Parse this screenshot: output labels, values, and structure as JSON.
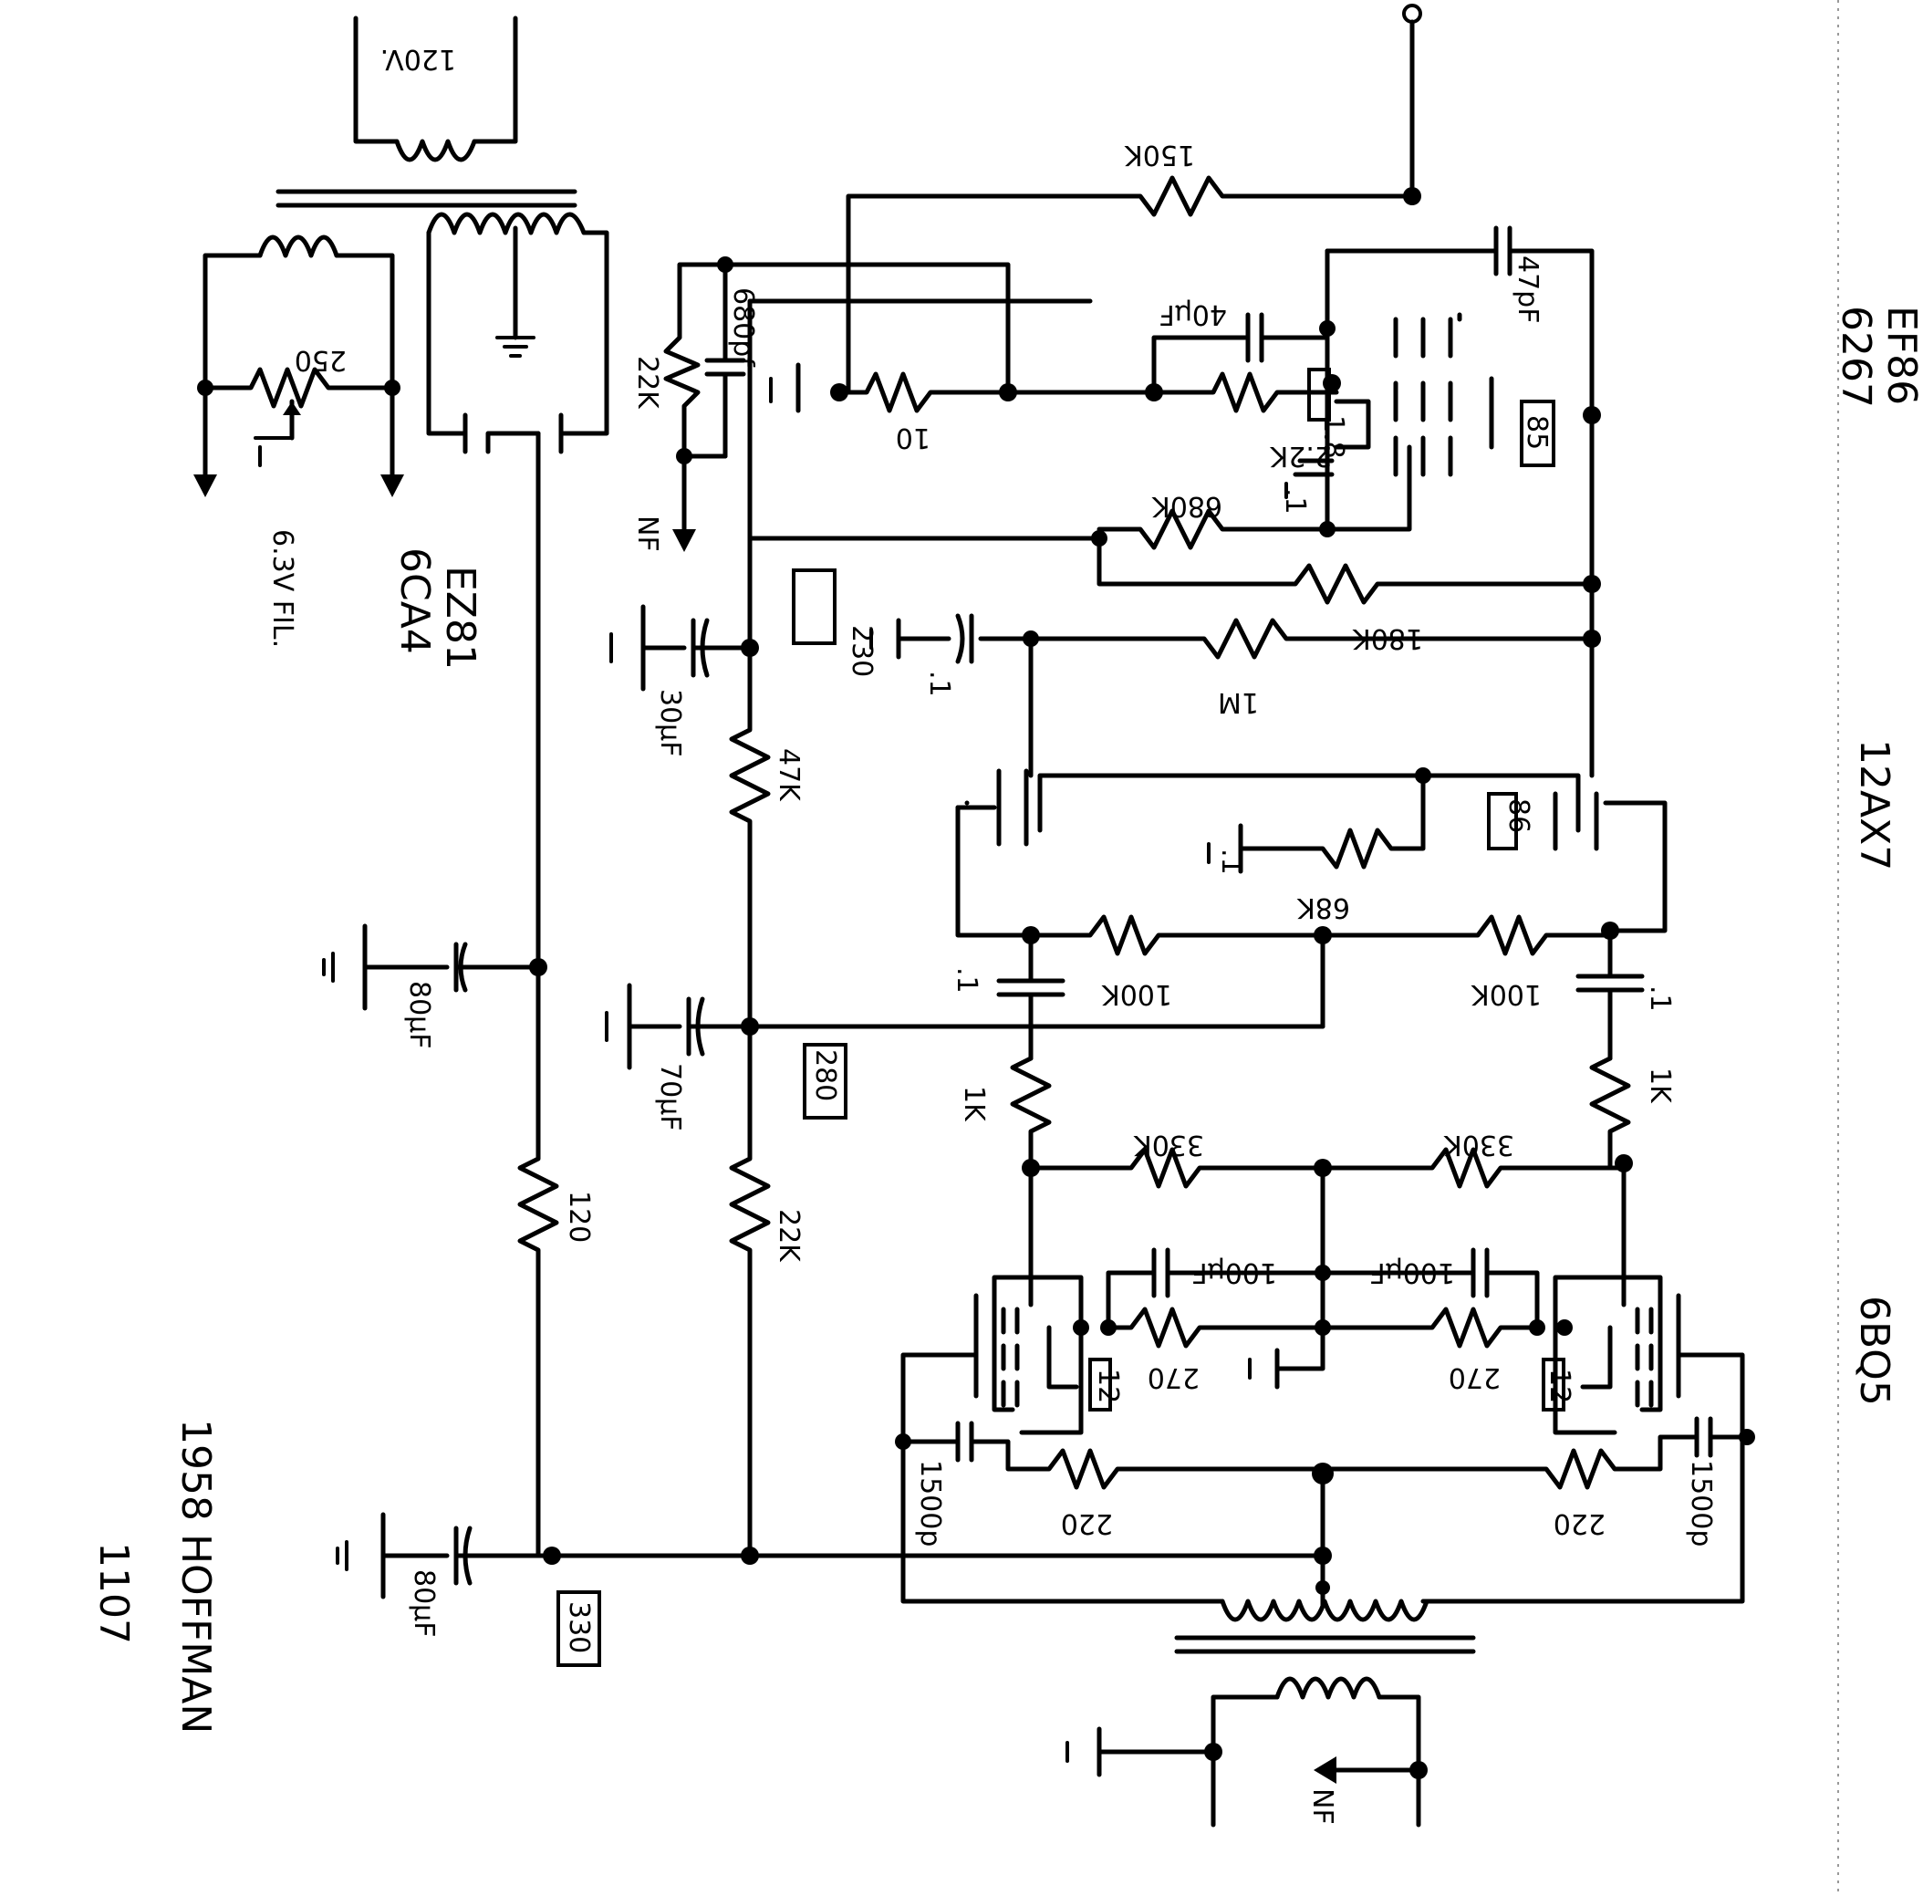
{
  "title": "1958 HOFFMAN",
  "model": "1107",
  "tubes": {
    "ef86": "EF86",
    "v6267": "6267",
    "v12ax7": "12AX7",
    "v6bq5": "6BQ5",
    "ez81": "EZ81",
    "v6ca4": "6CA4"
  },
  "power": {
    "primary": "120V.",
    "filament": "6.3V FIL.",
    "pot": "250"
  },
  "resistors": {
    "r150k": "150K",
    "r10": "10",
    "r22k_in": "22K",
    "r2_2k": "2.2K",
    "r680k": "680K",
    "r180k": "180K",
    "r1m": "1M",
    "r47k": "47K",
    "r68k": "68K",
    "r100k_a": "100K",
    "r100k_b": "100K",
    "r1k_a": "1K",
    "r1k_b": "1K",
    "r330k_a": "330K",
    "r330k_b": "330K",
    "r270_a": "270",
    "r270_b": "270",
    "r220_a": "220",
    "r220_b": "220",
    "r22k": "22K",
    "r120": "120"
  },
  "capacitors": {
    "c680pf": "680pf",
    "c40uf": "40μF",
    "c47pf": "47pF",
    "c_1_ef86": ".1",
    "c_1_a": ".1",
    "c_1_b": ".1",
    "c_1_c": ".1",
    "c_1_d": ".1",
    "c30uf": "30μF",
    "c70uf": "70μF",
    "c80uf_a": "80μF",
    "c80uf_b": "80μF",
    "c100uf_a": "100μF",
    "c100uf_b": "100μF",
    "c1500p_a": "1500p",
    "c1500p_b": "1500p"
  },
  "voltages": {
    "v85": "85",
    "v1_8": "1.8",
    "v230": "230",
    "v86": "86",
    "v280": "280",
    "v12_a": "12",
    "v12_b": "12",
    "v330": "330"
  },
  "nf": {
    "a": "NF",
    "b": "NF"
  }
}
